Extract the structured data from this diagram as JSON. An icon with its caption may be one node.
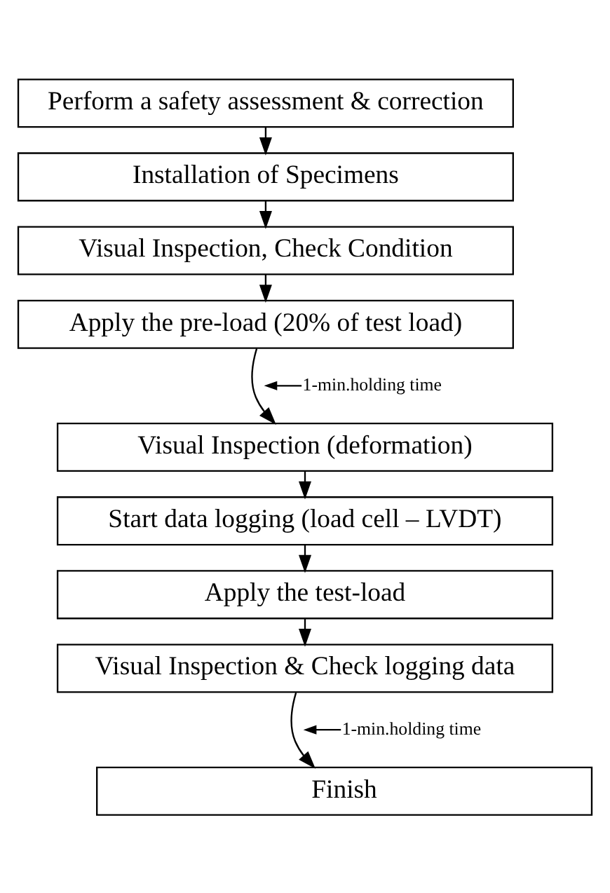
{
  "diagram": {
    "nodes": [
      {
        "text": [
          "Perform a safety assessment & correction"
        ]
      },
      {
        "text": [
          "Installation of Specimens"
        ]
      },
      {
        "text": [
          "Visual Inspection, Check Condition"
        ]
      },
      {
        "text": [
          "Apply the pre-load (20% of test load)"
        ]
      },
      {
        "text": [
          "Visual Inspection (deformation)"
        ]
      },
      {
        "text": [
          "Start data logging (load cell – LVDT)"
        ]
      },
      {
        "text": [
          "Apply the test-load"
        ]
      },
      {
        "text": [
          "Visual Inspection & Check logging data"
        ]
      },
      {
        "text": [
          "Finish"
        ]
      },
      {
        "text": [
          "1-min.holding time"
        ]
      },
      {
        "text": [
          "1-min.holding time"
        ]
      }
    ],
    "edges": [
      {
        "from": 0,
        "to": 1,
        "arrow": "to"
      },
      {
        "from": 1,
        "to": 2,
        "arrow": "to"
      },
      {
        "from": 2,
        "to": 3,
        "arrow": "to"
      },
      {
        "from": 3,
        "to": 4,
        "arrow": "to"
      },
      {
        "from": 4,
        "to": 5,
        "arrow": "to"
      },
      {
        "from": 5,
        "to": 6,
        "arrow": "to"
      },
      {
        "from": 6,
        "to": 7,
        "arrow": "to"
      },
      {
        "from": 7,
        "to": 8,
        "arrow": "to"
      },
      {
        "from": 9,
        "to": null,
        "arrow": "to"
      },
      {
        "from": 10,
        "to": null,
        "arrow": "to"
      }
    ]
  }
}
